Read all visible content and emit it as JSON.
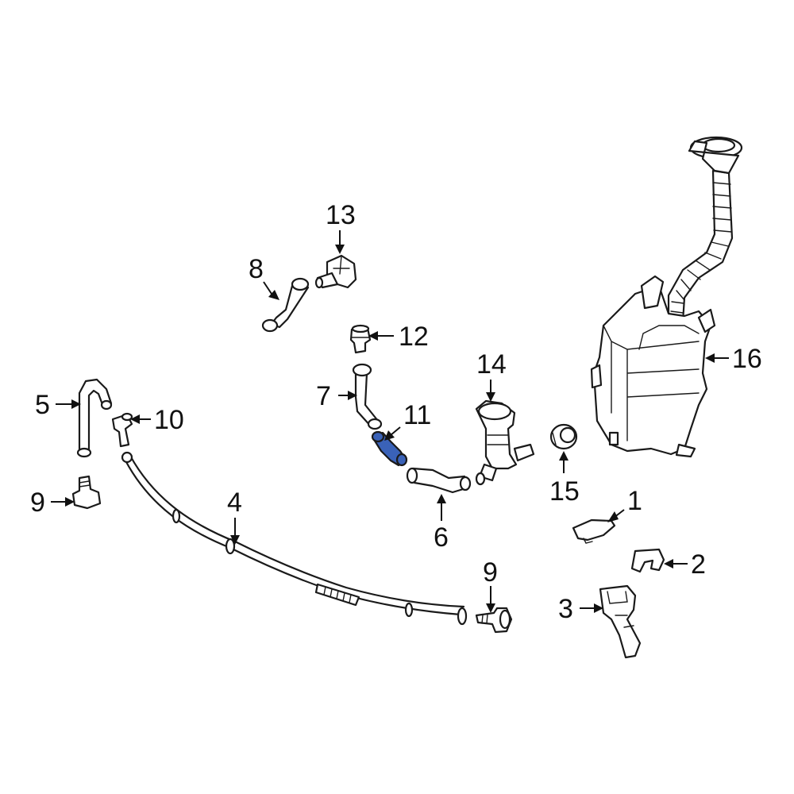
{
  "callouts": {
    "c1": "1",
    "c2": "2",
    "c3": "3",
    "c4": "4",
    "c5": "5",
    "c6": "6",
    "c7": "7",
    "c8": "8",
    "c9a": "9",
    "c9b": "9",
    "c10": "10",
    "c11": "11",
    "c12": "12",
    "c13": "13",
    "c14": "14",
    "c15": "15",
    "c16": "16"
  },
  "colors": {
    "highlight": "#3a62b8",
    "line": "#1a1a1a",
    "background": "#ffffff"
  }
}
